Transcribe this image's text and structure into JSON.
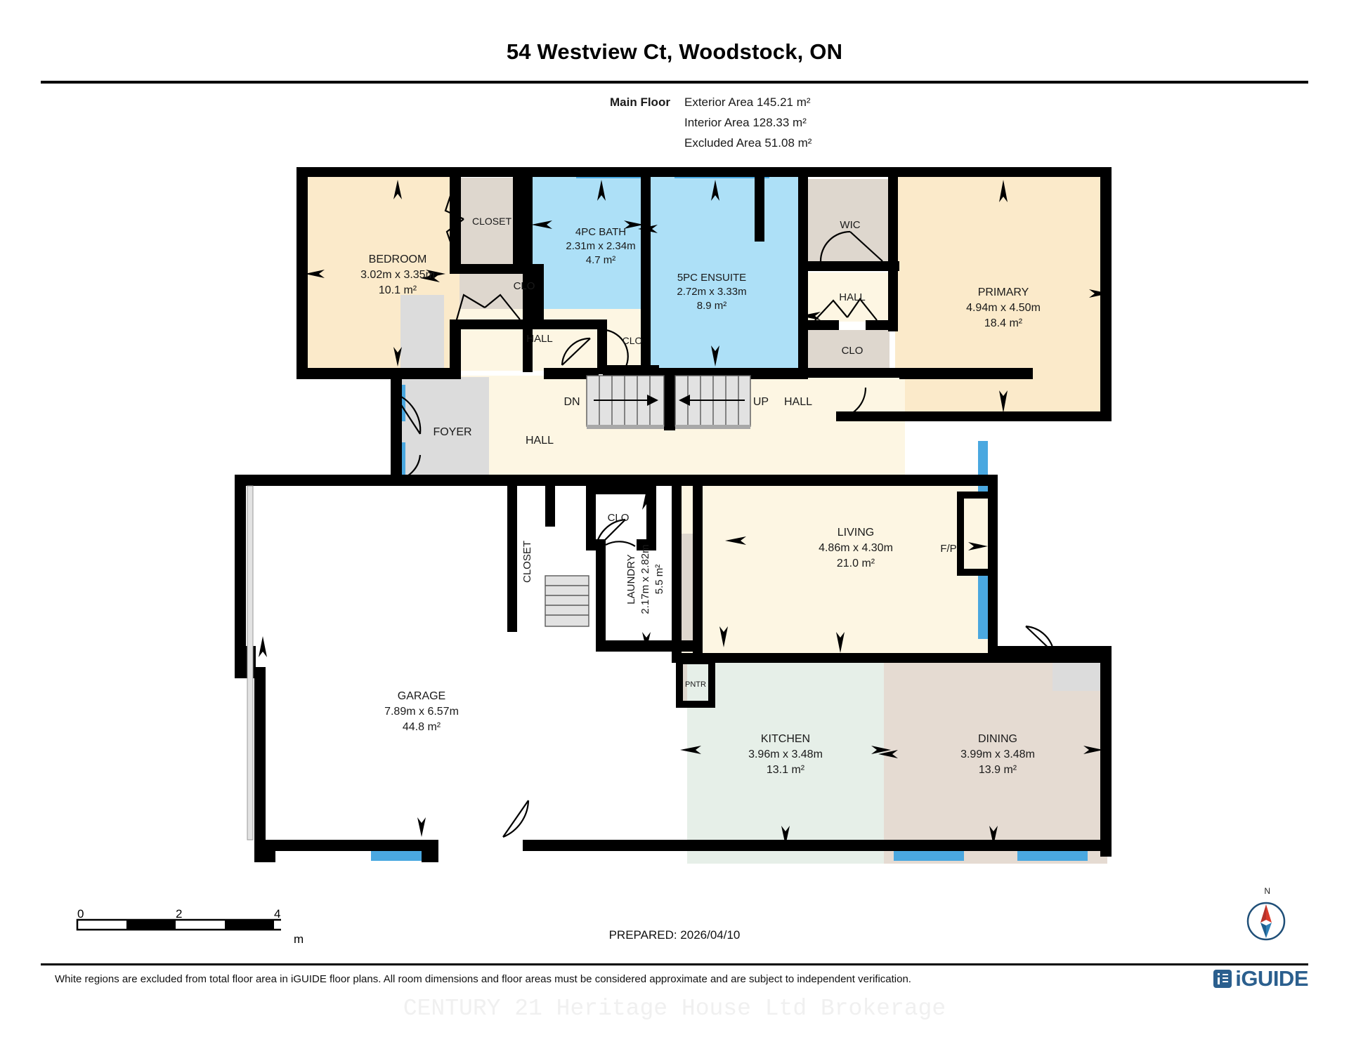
{
  "header": {
    "title": "54 Westview Ct, Woodstock, ON",
    "floor_label": "Main Floor",
    "exterior_area": "Exterior Area 145.21 m²",
    "interior_area": "Interior Area 128.33 m²",
    "excluded_area": "Excluded Area 51.08 m²"
  },
  "rooms": {
    "bedroom": {
      "name": "BEDROOM",
      "dims": "3.02m x 3.35m",
      "area": "10.1 m²"
    },
    "closet1": {
      "name": "CLOSET"
    },
    "clo_hall": {
      "name": "CLO"
    },
    "bath4pc": {
      "name": "4PC BATH",
      "dims": "2.31m x 2.34m",
      "area": "4.7  m²"
    },
    "clo_bath": {
      "name": "CLO"
    },
    "hall_top": {
      "name": "HALL"
    },
    "ensuite": {
      "name": "5PC ENSUITE",
      "dims": "2.72m x 3.33m",
      "area": "8.9 m²"
    },
    "wic": {
      "name": "WIC"
    },
    "hall_wic": {
      "name": "HALL"
    },
    "clo_wic": {
      "name": "CLO"
    },
    "primary": {
      "name": "PRIMARY",
      "dims": "4.94m x 4.50m",
      "area": "18.4 m²"
    },
    "hall_mid": {
      "name": "HALL"
    },
    "hall_up": {
      "name": "HALL"
    },
    "foyer": {
      "name": "FOYER"
    },
    "stair_dn": {
      "name": "DN"
    },
    "stair_up": {
      "name": "UP"
    },
    "closet_v": {
      "name": "CLOSET"
    },
    "clo_laun": {
      "name": "CLO"
    },
    "laundry": {
      "name": "LAUNDRY",
      "dims": "2.17m x 2.82m",
      "area": "5.5 m²"
    },
    "living": {
      "name": "LIVING",
      "dims": "4.86m x 4.30m",
      "area": "21.0 m²"
    },
    "fp": {
      "name": "F/P"
    },
    "pntr": {
      "name": "PNTR"
    },
    "garage": {
      "name": "GARAGE",
      "dims": "7.89m x 6.57m",
      "area": "44.8 m²"
    },
    "kitchen": {
      "name": "KITCHEN",
      "dims": "3.96m x 3.48m",
      "area": "13.1 m²"
    },
    "dining": {
      "name": "DINING",
      "dims": "3.99m x 3.48m",
      "area": "13.9 m²"
    }
  },
  "footer": {
    "scale_ticks": [
      "0",
      "2",
      "4"
    ],
    "scale_unit": "m",
    "prepared": "PREPARED: 2026/04/10",
    "disclaimer": "White regions are excluded from total floor area in iGUIDE floor plans. All room dimensions and floor areas must be considered approximate and are subject to independent verification.",
    "logo_text": "iGUIDE",
    "watermark": "CENTURY 21 Heritage House Ltd Brokerage",
    "compass_label": "N"
  },
  "colors": {
    "wall": "#000000",
    "bedroom_fill": "#fbeaca",
    "bath_fill": "#ade0f7",
    "closet_fill": "#ded7ce",
    "hall_fill": "#fdf6e3",
    "gray_fill": "#dcdcdc",
    "kitchen_fill": "#e6efe8",
    "dining_fill": "#e5dbd2",
    "garage_fill": "#ffffff",
    "window_blue": "#4aa8e0",
    "accent": "#2b5f8e"
  }
}
